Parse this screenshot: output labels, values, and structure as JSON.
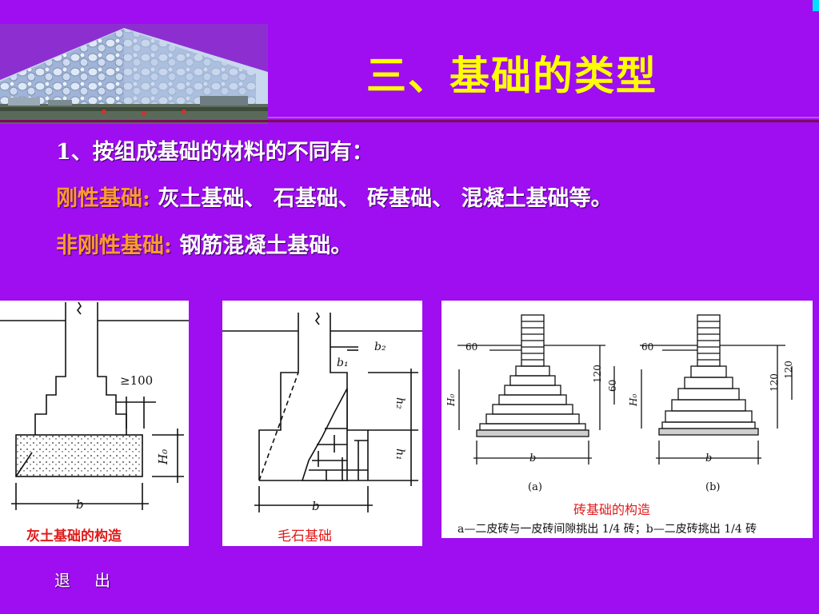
{
  "slide": {
    "title": "三、基础的类型",
    "line1": "1、按组成基础的材料的不同有：",
    "line2_label": "刚性基础:",
    "line2_text": "灰土基础、 石基础、 砖基础、 混凝土基础等。",
    "line3_label": "非刚性基础:",
    "line3_text": "钢筋混凝土基础。"
  },
  "figures": {
    "fig1": {
      "caption": "灰土基础的构造",
      "dim_step": "≥100",
      "dim_h": "H₀",
      "dim_b": "b"
    },
    "fig2": {
      "caption": "毛石基础",
      "dim_b2": "b₂",
      "dim_b1": "b₁",
      "dim_h2": "h₂",
      "dim_h1": "h₁",
      "dim_b": "b"
    },
    "fig3": {
      "caption": "砖基础的构造",
      "note": "a—二皮砖与一皮砖间隙挑出 1/4 砖；b—二皮砖挑出 1/4 砖",
      "label_a": "(a)",
      "label_b": "(b)",
      "d60": "60",
      "d120": "120",
      "dH0": "H₀",
      "db": "b"
    }
  },
  "nav": {
    "exit": "退出"
  },
  "colors": {
    "background": "#9e0ef0",
    "title": "#ffff00",
    "label": "#ff9a2e",
    "caption": "#e01a1a"
  }
}
